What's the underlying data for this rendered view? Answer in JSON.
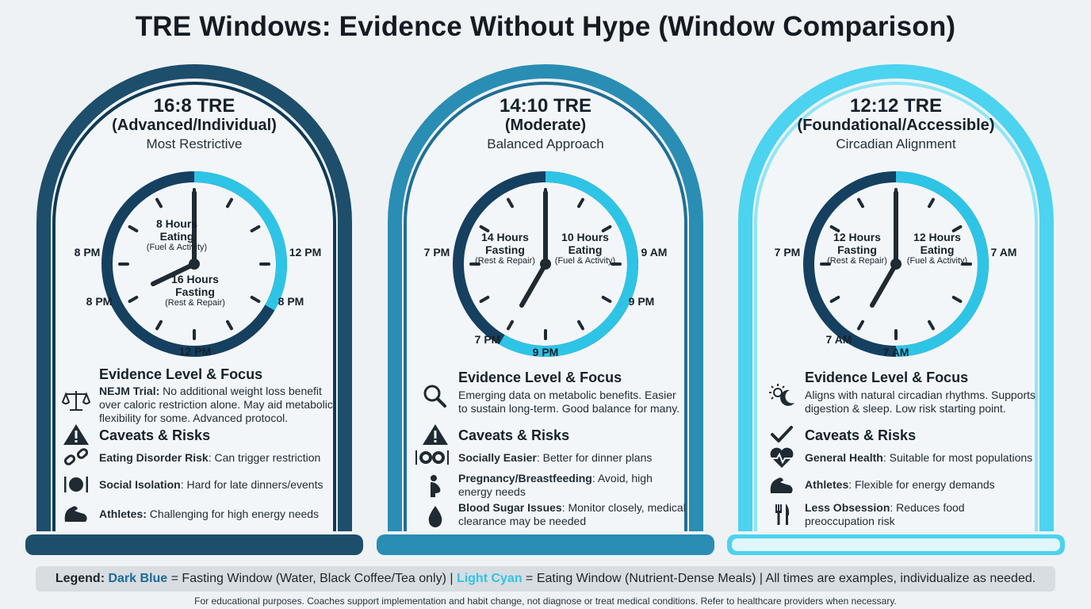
{
  "title": "TRE Windows: Evidence Without Hype (Window Comparison)",
  "panels": [
    {
      "name": "16:8 TRE",
      "level": "(Advanced/Individual)",
      "subtitle": "Most Restrictive",
      "colors": {
        "outer": "#1d4e6b",
        "inner": "#0f3a55",
        "fast": "#16405f",
        "eat": "#2ec4e6"
      },
      "clock": {
        "eat_title": [
          "8 Hours",
          "Eating"
        ],
        "eat_sub": "(Fuel & Activity)",
        "fast_title": [
          "16 Hours",
          "Fasting"
        ],
        "fast_sub": "(Rest & Repair)",
        "labels": [
          "8 PM",
          "12 PM",
          "8 PM",
          "12 PM",
          "8 PM"
        ]
      },
      "evidence_head": "Evidence Level & Focus",
      "evidence_bold": "NEJM Trial:",
      "evidence_text": " No additional weight loss benefit over caloric restriction alone. May aid metabolic flexibility for some. Advanced protocol.",
      "caveats_head": "Caveats & Risks",
      "rows": [
        {
          "bold": "Eating Disorder Risk",
          "text": ": Can trigger restriction",
          "icon": "broken-chain-icon"
        },
        {
          "bold": "Social Isolation",
          "text": ": Hard for late dinners/events",
          "icon": "plate-utensils-icon"
        },
        {
          "bold": "Athletes:",
          "text": " Challenging for high energy needs",
          "icon": "flexed-arm-icon"
        }
      ],
      "evidence_icon": "balance-scale-icon",
      "caveats_icon": "warning-icon"
    },
    {
      "name": "14:10 TRE",
      "level": "(Moderate)",
      "subtitle": "Balanced Approach",
      "colors": {
        "outer": "#2a8db3",
        "inner": "#1f6f95",
        "fast": "#16405f",
        "eat": "#2ec4e6"
      },
      "clock": {
        "fast_title": [
          "14 Hours",
          "Fasting"
        ],
        "fast_sub": "(Rest & Repair)",
        "eat_title": [
          "10 Hours",
          "Eating"
        ],
        "eat_sub": "(Fuel & Activity)",
        "labels": [
          "7 PM",
          "9 AM",
          "9 PM",
          "9 PM",
          "7 PM"
        ]
      },
      "evidence_head": "Evidence Level & Focus",
      "evidence_bold": "",
      "evidence_text": "Emerging data on metabolic benefits. Easier to sustain long-term. Good balance for many.",
      "caveats_head": "Caveats & Risks",
      "rows": [
        {
          "bold": "Socially Easier",
          "text": ": Better for dinner plans",
          "icon": "plates-icon"
        },
        {
          "bold": "Pregnancy/Breastfeeding",
          "text": ": Avoid, high energy needs",
          "icon": "pregnancy-icon"
        },
        {
          "bold": "Blood Sugar Issues",
          "text": ": Monitor closely, medical clearance may be needed",
          "icon": "blood-drop-icon"
        }
      ],
      "evidence_icon": "magnifier-icon",
      "caveats_icon": "warning-icon"
    },
    {
      "name": "12:12 TRE",
      "level": "(Foundational/Accessible)",
      "subtitle": "Circadian Alignment",
      "colors": {
        "outer": "#4cd3ef",
        "inner": "#8fe6f6",
        "fast": "#16405f",
        "eat": "#2ec4e6"
      },
      "clock": {
        "fast_title": [
          "12 Hours",
          "Fasting"
        ],
        "fast_sub": "(Rest & Repair)",
        "eat_title": [
          "12 Hours",
          "Eating"
        ],
        "eat_sub": "(Fuel & Activity)",
        "labels": [
          "7 PM",
          "7 AM",
          "7 AM",
          "7 AM"
        ]
      },
      "evidence_head": "Evidence Level & Focus",
      "evidence_bold": "",
      "evidence_text": "Aligns with natural circadian rhythms. Supports digestion & sleep. Low risk starting point.",
      "caveats_head": "Caveats & Risks",
      "rows": [
        {
          "bold": "General Health",
          "text": ": Suitable for most populations",
          "icon": "heartbeat-icon"
        },
        {
          "bold": "Athletes",
          "text": ": Flexible for energy demands",
          "icon": "flexed-arm-icon"
        },
        {
          "bold": "Less Obsession",
          "text": ": Reduces food preoccupation risk",
          "icon": "fork-knife-icon"
        }
      ],
      "evidence_icon": "sun-moon-icon",
      "caveats_icon": "checkmark-icon"
    }
  ],
  "legend": {
    "prefix": "Legend:",
    "dark": "Dark Blue",
    "dark_text": " = Fasting Window (Water, Black Coffee/Tea only) | ",
    "light": "Light Cyan",
    "light_text": " = Eating Window (Nutrient-Dense Meals) | All times are examples, individualize as needed.",
    "dark_color": "#1d6a96",
    "light_color": "#2ec4e6"
  },
  "footer": "For educational purposes. Coaches support implementation and habit change, not diagnose or treat medical conditions. Refer to healthcare providers when necessary."
}
